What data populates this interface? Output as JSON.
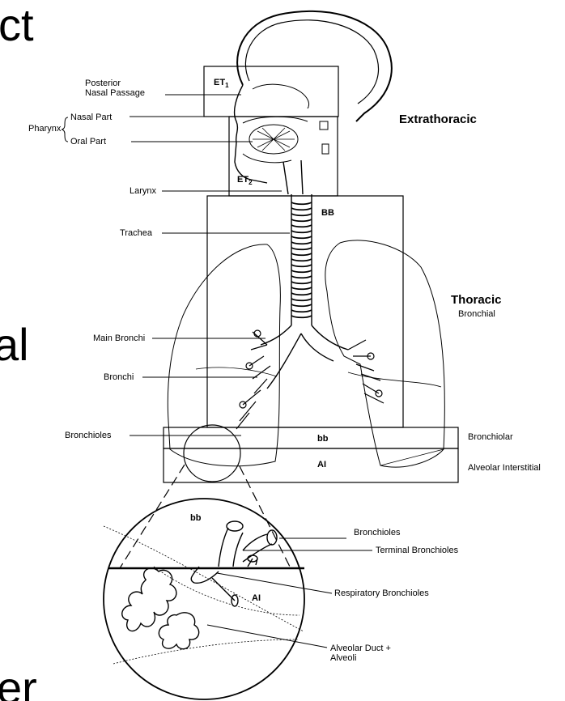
{
  "partial_text": {
    "top": "ct",
    "middle": "al",
    "bottom": "er"
  },
  "regions": {
    "extrathoracic": "Extrathoracic",
    "thoracic": "Thoracic",
    "bronchial": "Bronchial",
    "bronchiolar": "Bronchiolar",
    "alveolar_interstitial": "Alveolar Interstitial"
  },
  "boxes": {
    "et1": "ET",
    "et1_sub": "1",
    "et2": "ET",
    "et2_sub": "2",
    "bb_upper": "BB",
    "bb_lower": "bb",
    "ai_lower": "AI",
    "bb_circle": "bb",
    "ai_circle": "AI"
  },
  "left_labels": {
    "posterior_line1": "Posterior",
    "posterior_line2": "Nasal Passage",
    "pharynx": "Pharynx",
    "nasal_part": "Nasal Part",
    "oral_part": "Oral Part",
    "larynx": "Larynx",
    "trachea": "Trachea",
    "main_bronchi": "Main Bronchi",
    "bronchi": "Bronchi",
    "bronchioles": "Bronchioles"
  },
  "detail_labels": {
    "bronchioles": "Bronchioles",
    "terminal_bronchioles": "Terminal Bronchioles",
    "respiratory_bronchioles": "Respiratory Bronchioles",
    "alveolar_duct_line1": "Alveolar Duct +",
    "alveolar_duct_line2": "Alveoli"
  }
}
